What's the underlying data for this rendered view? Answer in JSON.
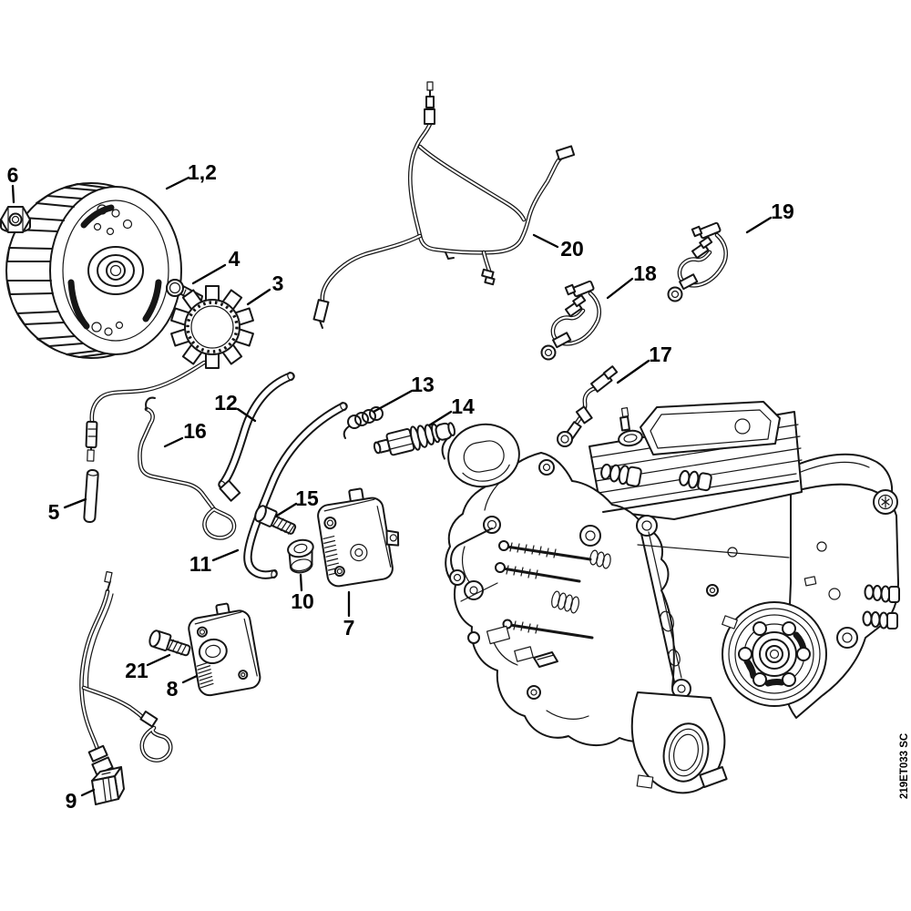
{
  "diagram": {
    "code": "219ET033 SC",
    "colors": {
      "line": "#161616",
      "background": "#ffffff"
    },
    "callouts": [
      {
        "label": "6"
      },
      {
        "label": "1,2"
      },
      {
        "label": "4"
      },
      {
        "label": "3"
      },
      {
        "label": "20"
      },
      {
        "label": "18"
      },
      {
        "label": "19"
      },
      {
        "label": "17"
      },
      {
        "label": "13"
      },
      {
        "label": "14"
      },
      {
        "label": "12"
      },
      {
        "label": "16"
      },
      {
        "label": "5"
      },
      {
        "label": "15"
      },
      {
        "label": "11"
      },
      {
        "label": "10"
      },
      {
        "label": "7"
      },
      {
        "label": "21"
      },
      {
        "label": "8"
      },
      {
        "label": "9"
      }
    ]
  }
}
